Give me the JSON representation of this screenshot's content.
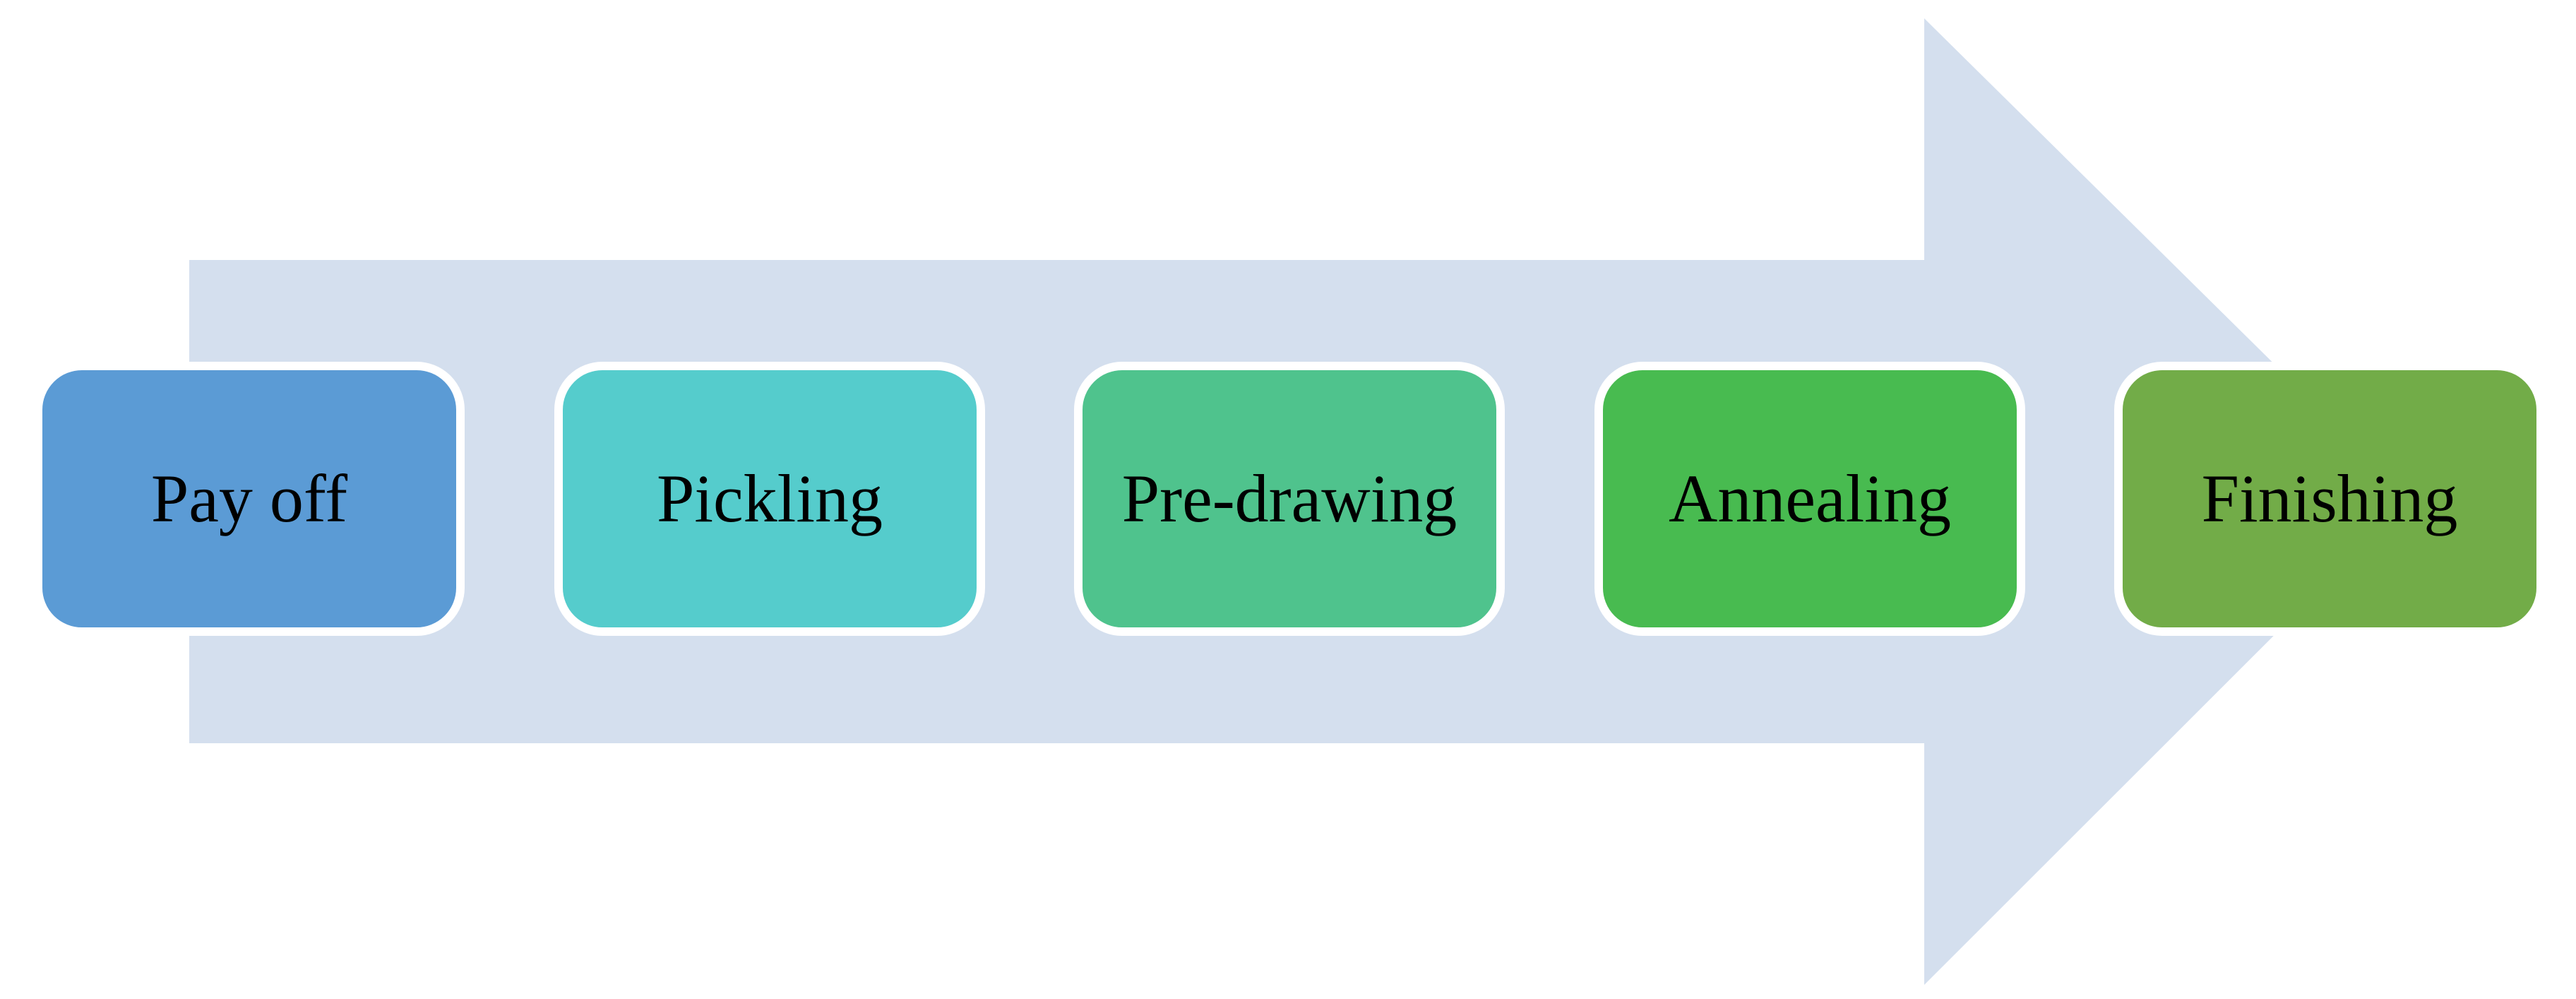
{
  "diagram": {
    "arrow_color": "#d4dfee",
    "steps": [
      {
        "label": "Pay off",
        "color": "#5b9bd5"
      },
      {
        "label": "Pickling",
        "color": "#55cccc"
      },
      {
        "label": "Pre-drawing",
        "color": "#4fc38d"
      },
      {
        "label": "Annealing",
        "color": "#48bb50"
      },
      {
        "label": "Finishing",
        "color": "#72ac48"
      }
    ]
  }
}
